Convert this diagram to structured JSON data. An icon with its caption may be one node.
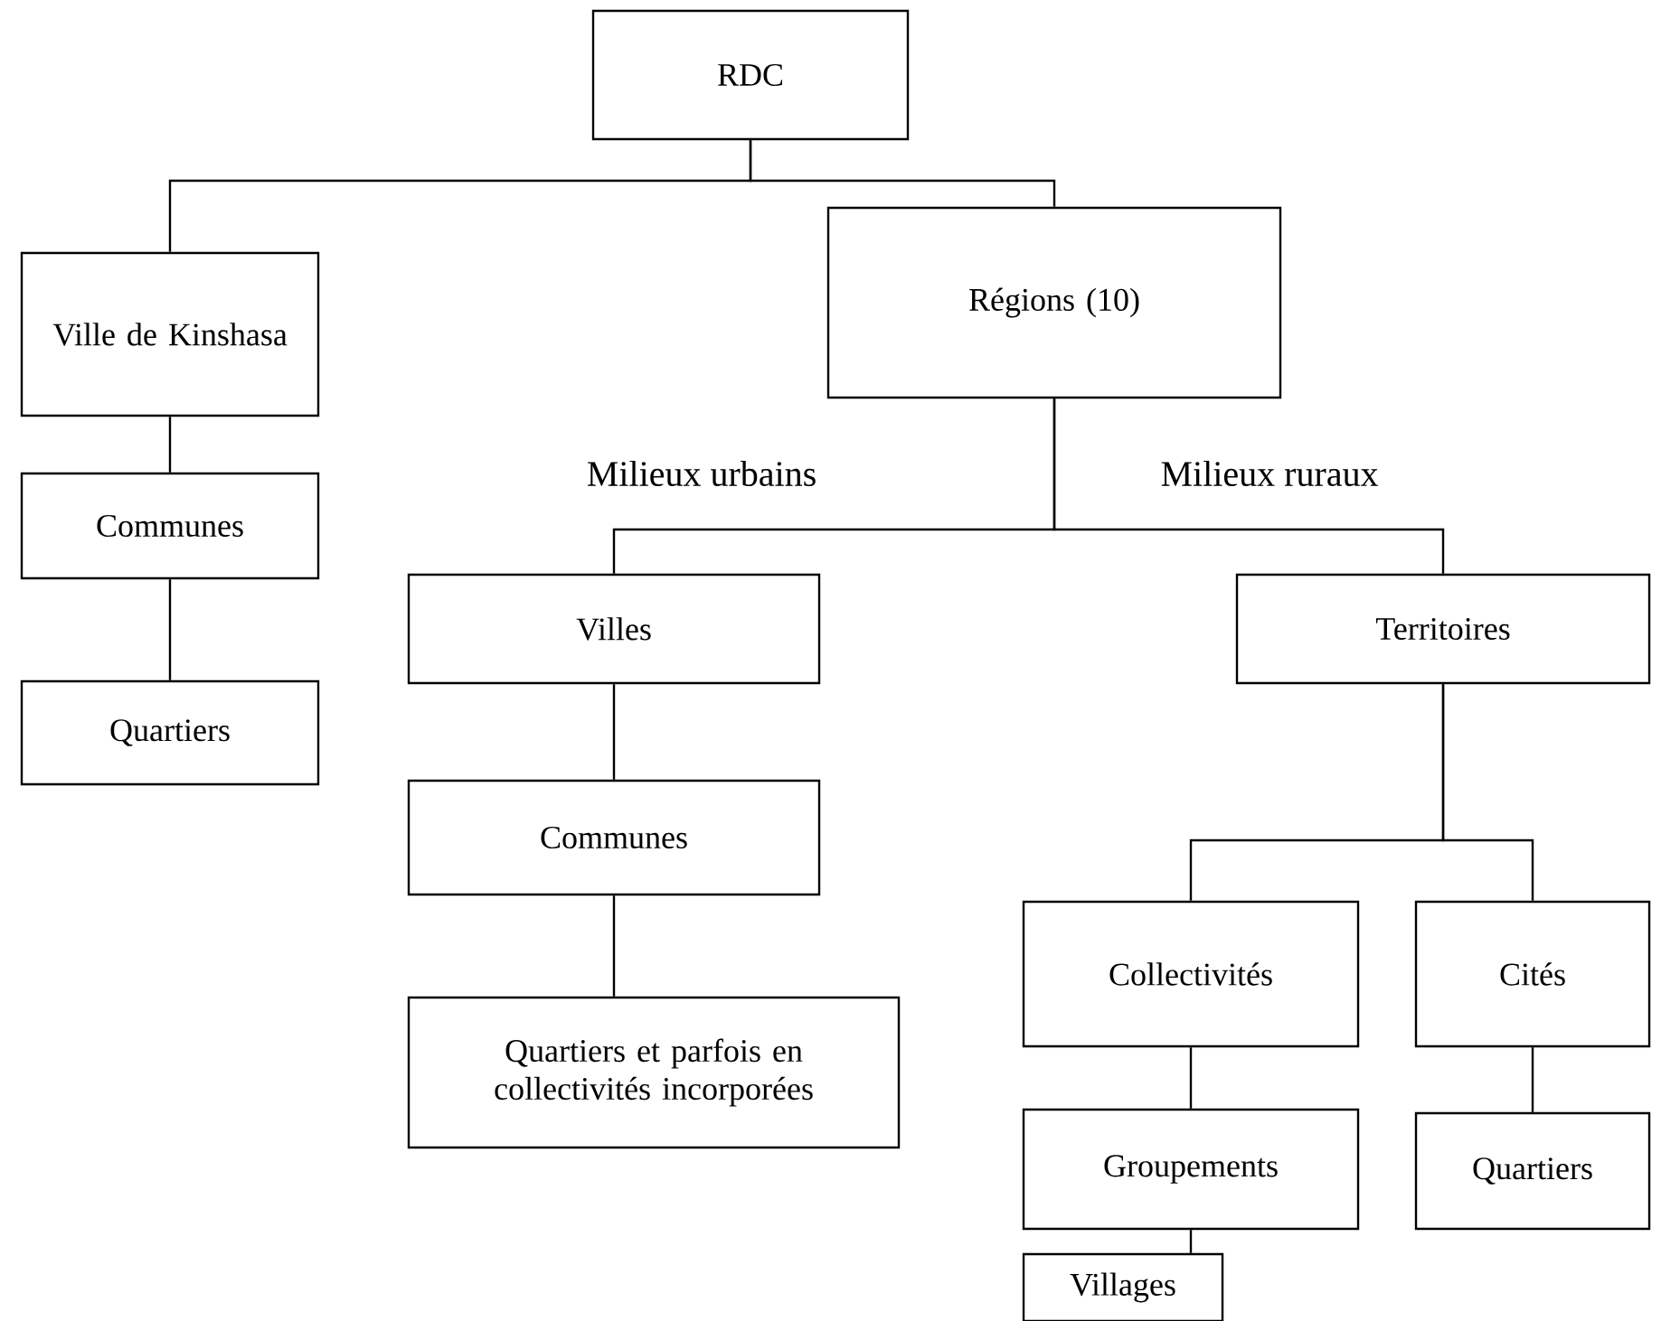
{
  "diagram": {
    "nodes": [
      {
        "text": [
          "RDC"
        ]
      },
      {
        "text": [
          "Ville de Kinshasa"
        ]
      },
      {
        "text": [
          "Régions (10)"
        ]
      },
      {
        "text": [
          "Communes"
        ]
      },
      {
        "text": [
          "Quartiers"
        ]
      },
      {
        "text": [
          "Villes"
        ]
      },
      {
        "text": [
          "Territoires"
        ]
      },
      {
        "text": [
          "Communes"
        ]
      },
      {
        "text": [
          "Quartiers et parfois en collectivités incorporées"
        ]
      },
      {
        "text": [
          "Collectivités"
        ]
      },
      {
        "text": [
          "Cités"
        ]
      },
      {
        "text": [
          "Groupements"
        ]
      },
      {
        "text": [
          "Quartiers"
        ]
      },
      {
        "text": [
          "Villages"
        ]
      }
    ],
    "edges": [
      {
        "from": 0,
        "to": 1,
        "arrow": "none"
      },
      {
        "from": 0,
        "to": 2,
        "arrow": "none"
      },
      {
        "from": 1,
        "to": 3,
        "arrow": "none"
      },
      {
        "from": 3,
        "to": 4,
        "arrow": "none"
      },
      {
        "from": 2,
        "to": 5,
        "arrow": "none"
      },
      {
        "from": 2,
        "to": 6,
        "arrow": "none"
      },
      {
        "from": 5,
        "to": 7,
        "arrow": "none"
      },
      {
        "from": 7,
        "to": 8,
        "arrow": "none"
      },
      {
        "from": 6,
        "to": 9,
        "arrow": "none"
      },
      {
        "from": 6,
        "to": 10,
        "arrow": "none"
      },
      {
        "from": 9,
        "to": 11,
        "arrow": "none"
      },
      {
        "from": 11,
        "to": 13,
        "arrow": "none"
      },
      {
        "from": 10,
        "to": 12,
        "arrow": "none"
      }
    ],
    "labels": [
      "Milieux urbains",
      "Milieux ruraux"
    ]
  }
}
